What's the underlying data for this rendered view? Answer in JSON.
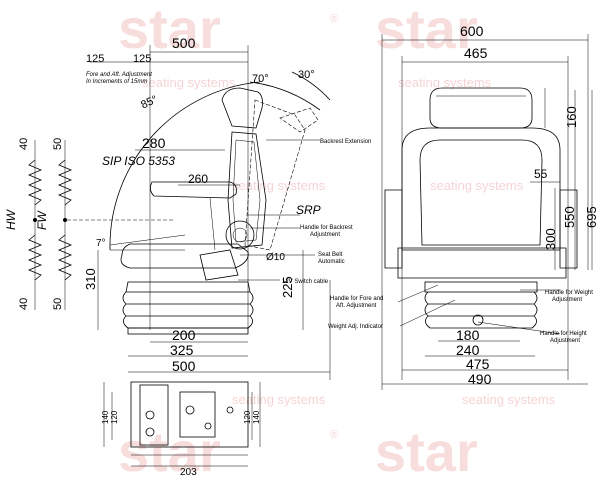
{
  "watermark": {
    "brand": "star",
    "tagline": "seating systems",
    "registered": "®",
    "color": "#f2b5b5"
  },
  "side_view": {
    "dims": {
      "top_width": "500",
      "left_offset": "125",
      "right_offset": "125",
      "fore_aft_note_1": "Fore and Aft. Adjustment",
      "fore_aft_note_2": "In Increments of 15mm",
      "angle_85": "85°",
      "angle_70": "70°",
      "angle_30": "30°",
      "dim_280": "280",
      "sip": "SIP ISO 5353",
      "dim_260": "260",
      "srp": "SRP",
      "angle_7": "7°",
      "dim_310": "310",
      "dim_10": "Ø10",
      "dim_225": "225",
      "bottom_200": "200",
      "bottom_325": "325",
      "bottom_500": "500"
    },
    "callouts": {
      "backrest_extension": "Backrest Extension",
      "handle_backrest_1": "Handle for Backrest",
      "handle_backrest_2": "Adjustment",
      "seat_belt_1": "Seat Belt",
      "seat_belt_2": "Automatic",
      "switch_cable": "12V Switch cable"
    },
    "springs": {
      "hw_label": "HW",
      "fw_label": "FW",
      "hw_top": "40",
      "hw_bottom": "40",
      "fw_top": "50",
      "fw_bottom": "50"
    }
  },
  "front_view": {
    "dims": {
      "top_600": "600",
      "top_465": "465",
      "dim_160": "160",
      "dim_55": "55",
      "dim_550": "550",
      "dim_695": "695",
      "dim_300": "300",
      "bottom_180": "180",
      "bottom_240": "240",
      "bottom_475": "475",
      "bottom_490": "490"
    },
    "callouts": {
      "handle_fore_aft_1": "Handle for Fore and",
      "handle_fore_aft_2": "Aft. Adjustment",
      "weight_indicator": "Weight Adj. Indicator",
      "handle_weight_1": "Handle for Weight",
      "handle_weight_2": "Adjustment",
      "handle_height_1": "Handle for Height",
      "handle_height_2": "Adjustment"
    }
  },
  "base_plate": {
    "dims": {
      "bottom_203": "203",
      "left_120": "120",
      "left_140": "140",
      "right_120": "120",
      "right_140": "140"
    }
  }
}
